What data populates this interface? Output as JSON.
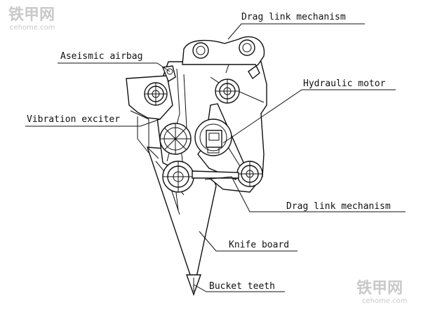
{
  "diagram": {
    "labels": {
      "drag_link_top": "Drag link mechanism",
      "aseismic_airbag": "Aseismic airbag",
      "hydraulic_motor": "Hydraulic motor",
      "vibration_exciter": "Vibration exciter",
      "drag_link_bottom": "Drag link mechanism",
      "knife_board": "Knife board",
      "bucket_teeth": "Bucket teeth"
    }
  },
  "watermarks": {
    "top_left_cn": "铁甲网",
    "top_left_en": "cehome.com",
    "bottom_right_cn": "铁甲网",
    "bottom_right_en": "cehome.com"
  }
}
